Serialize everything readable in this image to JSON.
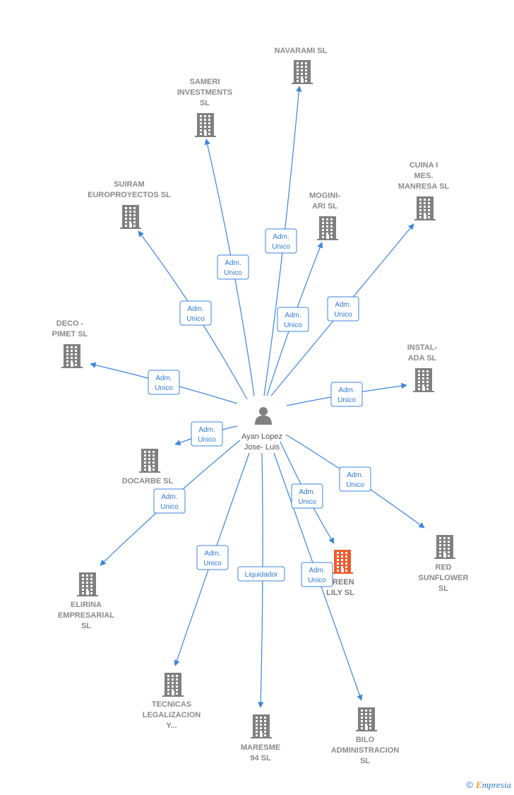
{
  "center": {
    "name_lines": [
      "Ayan Lopez",
      "Jose- Luis"
    ]
  },
  "colors": {
    "edge": "#3d86dc",
    "building": "#808080",
    "highlight_building": "#f05a2a",
    "text": "#8a8a8a"
  },
  "icons": {
    "person": "person-icon",
    "company": "building-icon"
  },
  "companies": [
    {
      "id": "navarami",
      "lines": [
        "NAVARAMI SL"
      ],
      "relation": "Adm.\nUnico"
    },
    {
      "id": "sameri",
      "lines": [
        "SAMERI",
        "INVESTMENTS",
        "SL"
      ],
      "relation": "Adm.\nUnico"
    },
    {
      "id": "suiram",
      "lines": [
        "SUIRAM",
        "EUROPROYECTOS SL"
      ],
      "relation": "Adm.\nUnico"
    },
    {
      "id": "mogini",
      "lines": [
        "MOGINI-",
        "ARI SL"
      ],
      "relation": "Adm.\nUnico"
    },
    {
      "id": "cuina",
      "lines": [
        "CUINA I",
        "MES.",
        "MANRESA SL"
      ],
      "relation": "Adm.\nUnico"
    },
    {
      "id": "deco",
      "lines": [
        "DECO -",
        "PIMET SL"
      ],
      "relation": "Adm.\nUnico"
    },
    {
      "id": "instal",
      "lines": [
        "INSTAL-",
        "ADA SL"
      ],
      "relation": "Adm.\nUnico"
    },
    {
      "id": "docarbe",
      "lines": [
        "DOCARBE SL"
      ],
      "relation": "Adm.\nUnico"
    },
    {
      "id": "redsun",
      "lines": [
        "RED",
        "SUNFLOWER",
        "SL"
      ],
      "relation": "Adm.\nUnico"
    },
    {
      "id": "greenlily",
      "lines": [
        "GREEN",
        "LILY SL"
      ],
      "relation": "Adm.\nUnico",
      "highlight": true
    },
    {
      "id": "elirina",
      "lines": [
        "ELIRINA",
        "EMPRESARIAL",
        "SL"
      ],
      "relation": "Adm.\nUnico"
    },
    {
      "id": "tecnicas",
      "lines": [
        "TECNICAS",
        "LEGALIZACION",
        "Y..."
      ],
      "relation": "Adm.\nUnico"
    },
    {
      "id": "maresme",
      "lines": [
        "MARESME",
        "94 SL"
      ],
      "relation": "Liquidador"
    },
    {
      "id": "bilo",
      "lines": [
        "BILO",
        "ADMINISTRACION",
        "SL"
      ],
      "relation": "Adm.\nUnico"
    }
  ],
  "footer": {
    "copyright": "©",
    "brand_initial": "E",
    "brand_rest": "mpresia"
  }
}
